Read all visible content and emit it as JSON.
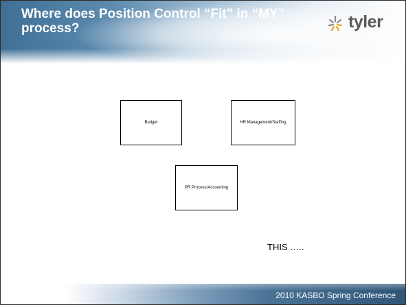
{
  "slide": {
    "title": "Where does Position Control “Fit” in “MY” process?",
    "logo_text": "tyler",
    "boxes": {
      "budget": "Budget",
      "hr": "HR Management/Staffing",
      "pr": "PR Process/Accounting"
    },
    "this_text": "THIS …..",
    "footer": "2010 KASBO Spring Conference"
  },
  "colors": {
    "title_bar_dark": "#3f6f95",
    "footer_dark": "#2f5678",
    "logo_text": "#5a5a5a"
  },
  "icons": {
    "logo": "tyler-logo-icon"
  }
}
